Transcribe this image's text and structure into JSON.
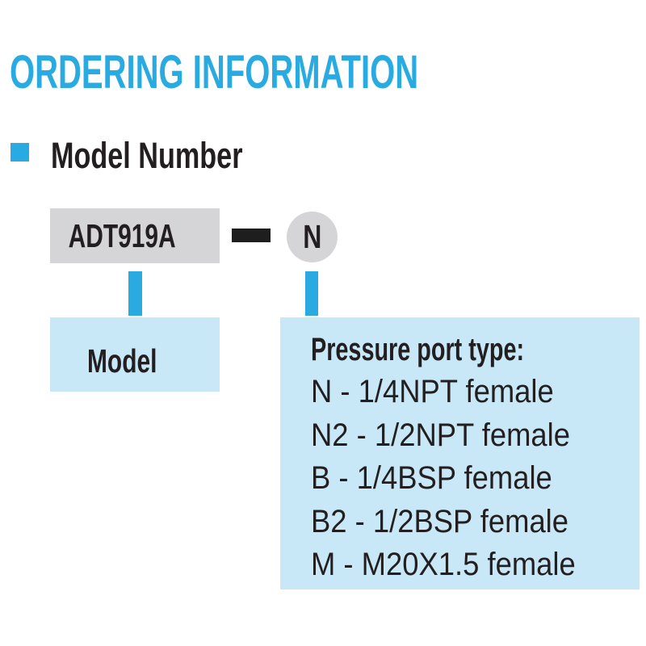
{
  "page": {
    "title": "ORDERING INFORMATION",
    "section": {
      "heading": "Model Number"
    }
  },
  "diagram": {
    "model_code": "ADT919A",
    "port_code": "N",
    "model_label": "Model",
    "port_legend": {
      "header": "Pressure port type:",
      "items": [
        "N - 1/4NPT female",
        "N2 - 1/2NPT female",
        "B - 1/4BSP female",
        "B2 - 1/2BSP female",
        "M - M20X1.5 female"
      ]
    }
  },
  "colors": {
    "accent_cyan": "#29ABE2",
    "light_blue_panel": "#C9E8F7",
    "gray_box": "#D5D5D7",
    "text_black": "#231F20"
  }
}
